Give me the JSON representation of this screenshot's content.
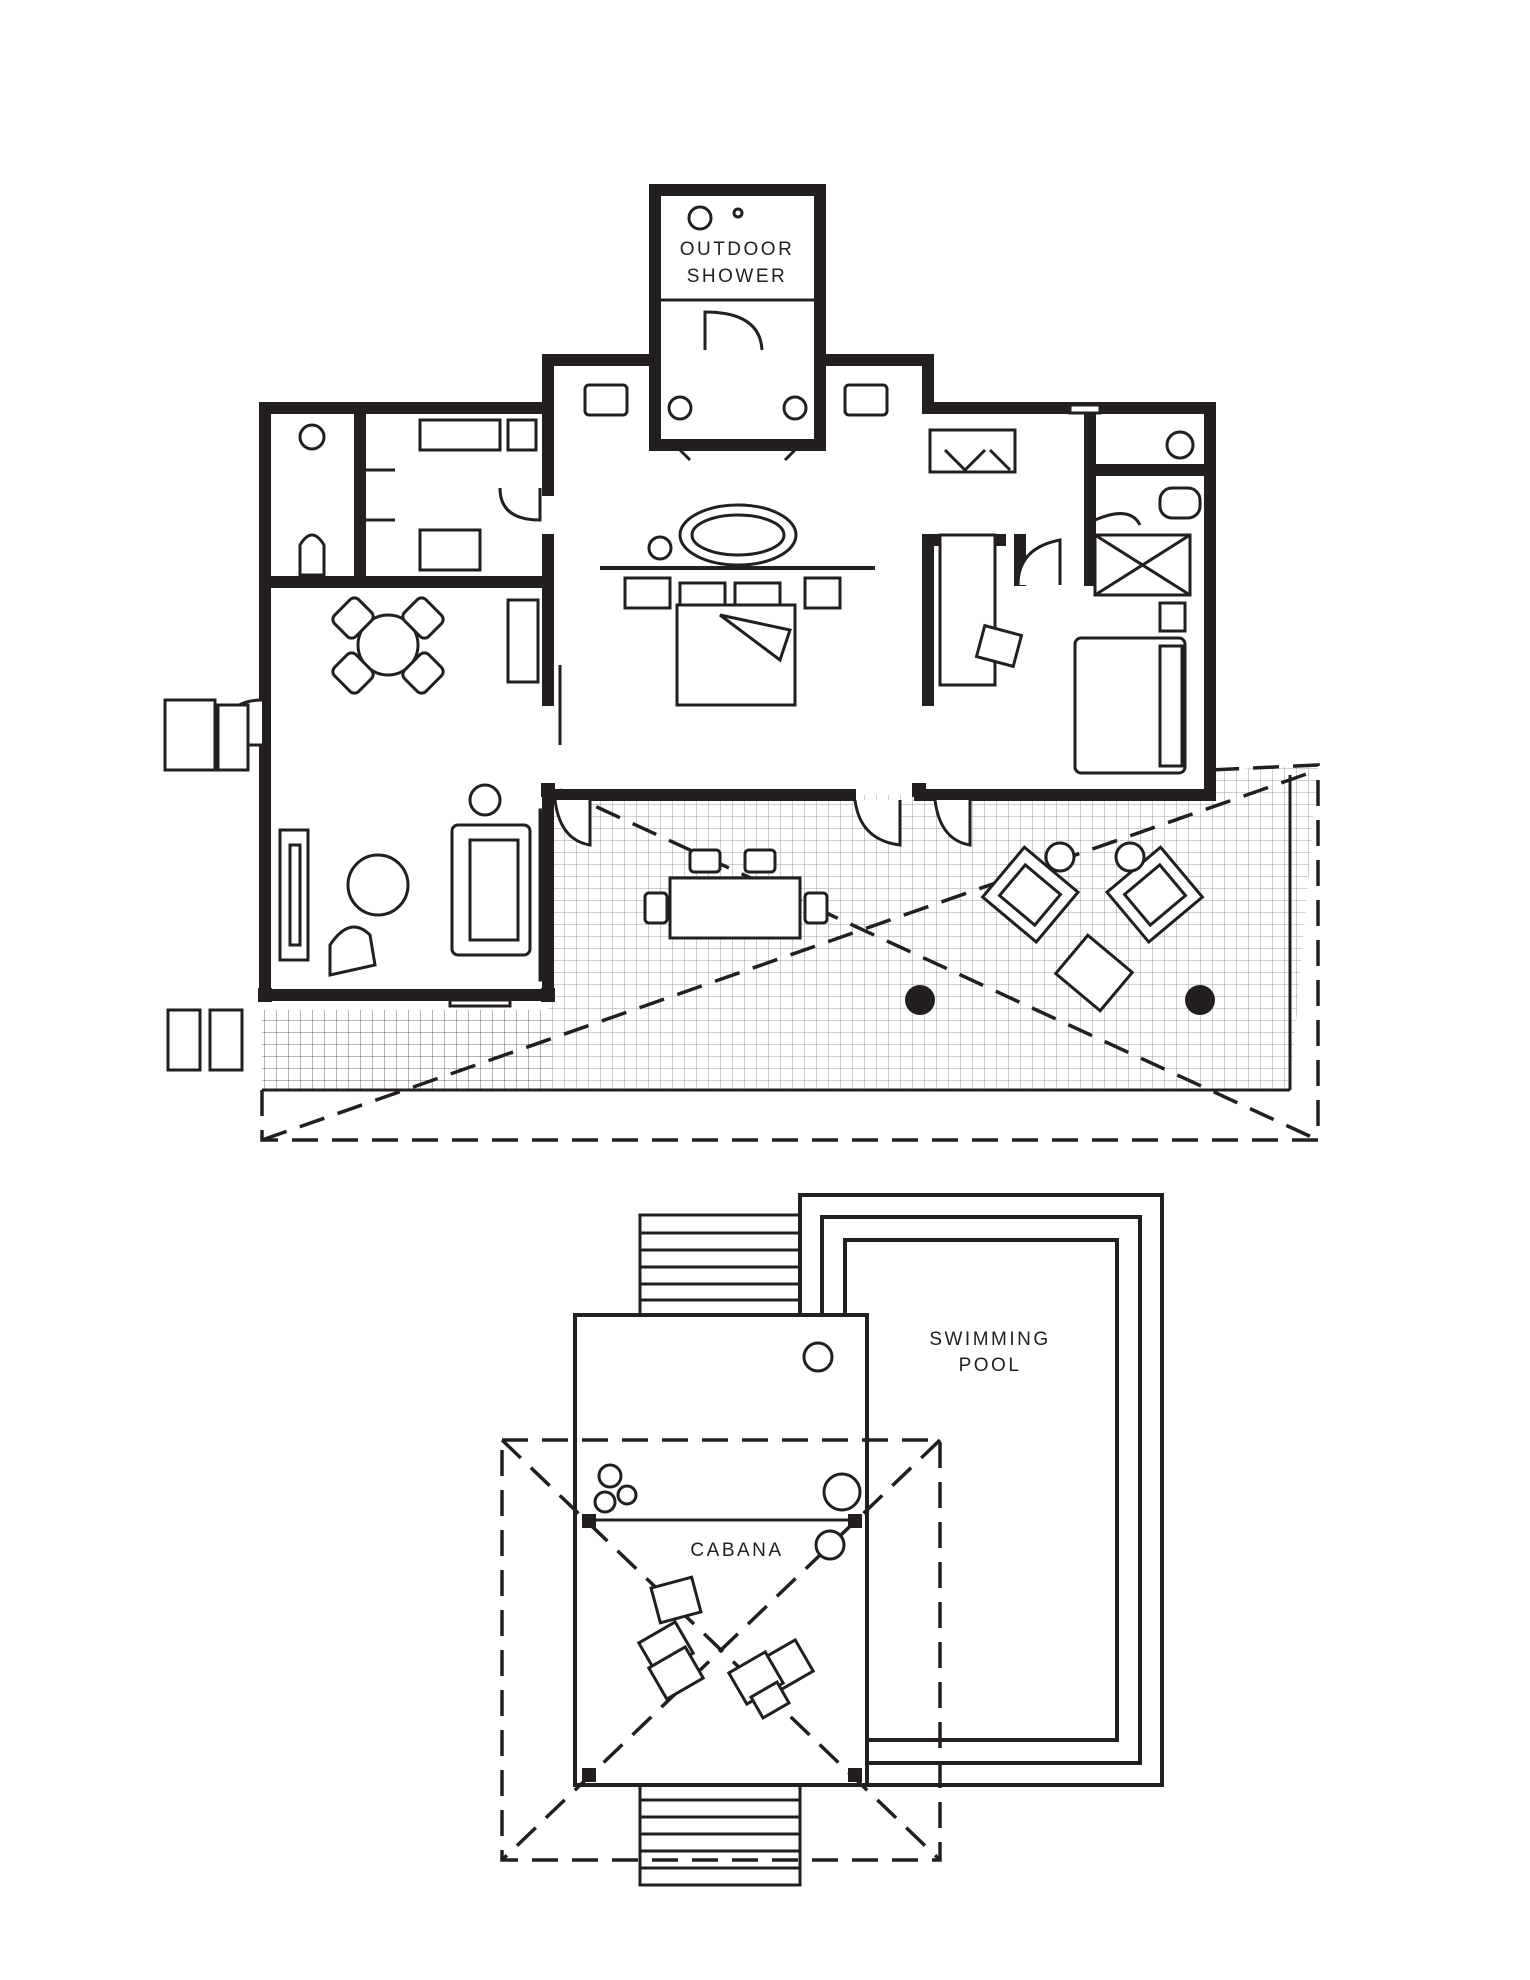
{
  "labels": {
    "outdoor_shower_line1": "OUTDOOR",
    "outdoor_shower_line2": "SHOWER",
    "swimming_pool_line1": "SWIMMING",
    "swimming_pool_line2": "POOL",
    "cabana": "CABANA"
  },
  "colors": {
    "ink": "#231f20",
    "terrace_hatch": "#231f20",
    "background": "#ffffff"
  }
}
